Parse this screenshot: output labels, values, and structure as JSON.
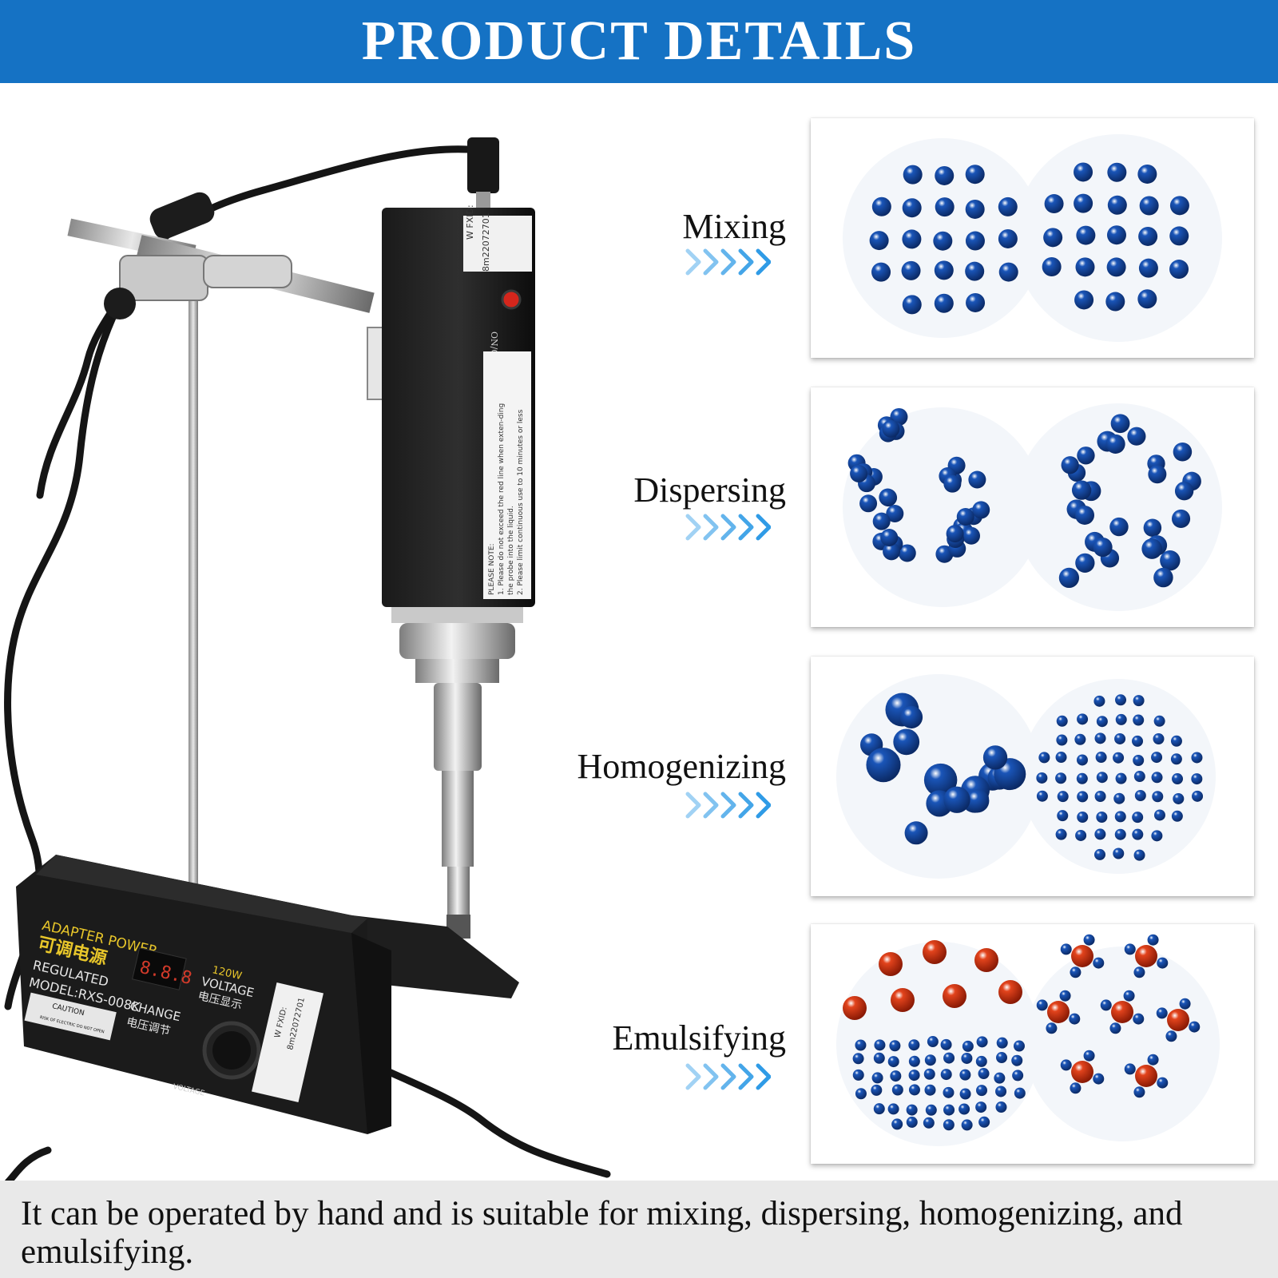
{
  "header": {
    "title": "PRODUCT DETAILS"
  },
  "device": {
    "serial_label": "W FXID:",
    "serial_number": "8m22072701",
    "switch_label": "ON/OFF",
    "note_title": "PLEASE NOTE:",
    "note_line1": "1. Please do not exceed the red line when exten-ding",
    "note_line2": "the probe into the liquid.",
    "note_line3": "2. Please limit continuous use to 10 minutes or less",
    "adapter_en": "ADAPTER POWER",
    "adapter_cn": "可调电源",
    "regulated": "REGULATED",
    "model": "MODEL:RXS-008K",
    "caution": "CAUTION",
    "caution_sub": "RISK OF ELECTRIC DO NOT OPEN",
    "display": "8.8.8",
    "wattage": "120W",
    "voltage_en": "VOLTAGE",
    "voltage_cn": "电压显示",
    "change_en": "CHANGE",
    "change_cn": "电压调节",
    "voltage_knob": "VOLTAGE"
  },
  "processes": [
    {
      "label": "Mixing"
    },
    {
      "label": "Dispersing"
    },
    {
      "label": "Homogenizing"
    },
    {
      "label": "Emulsifying"
    }
  ],
  "colors": {
    "banner": "#1572c4",
    "particle_blue": "#1a55b8",
    "particle_orange": "#e2431c",
    "arrow_blue": "#2f9be6"
  },
  "footer": {
    "text": "It can be operated by hand and is suitable for mixing, dispersing, homogenizing, and emulsifying."
  }
}
